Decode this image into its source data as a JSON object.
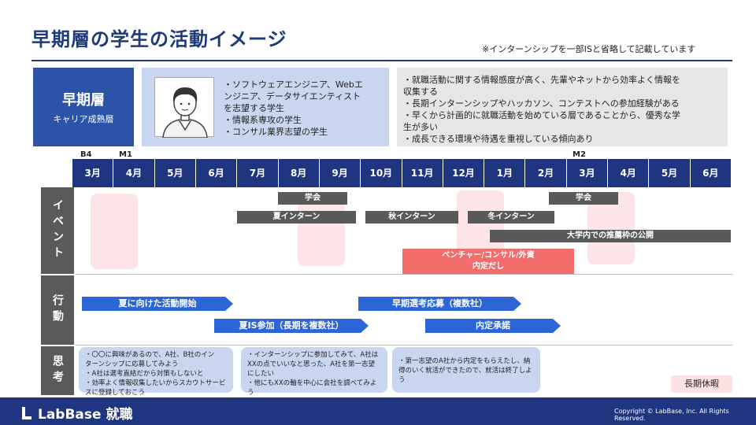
{
  "title": "早期層の学生の活動イメージ",
  "note": "※インターンシップを一部ISと省略して記載しています",
  "stage": {
    "name": "早期層",
    "sub": "キャリア成熟層"
  },
  "persona": [
    "・ソフトウェアエンジニア、Webエ",
    "ンジニア、データサイエンティスト",
    "を志望する学生",
    "・情報系専攻の学生",
    "・コンサル業界志望の学生"
  ],
  "traits": [
    "・就職活動に関する情報感度が高く、先輩やネットから効率よく情報を",
    "収集する",
    "・長期インターンシップやハッカソン、コンテストへの参加経験がある",
    "・早くから計画的に就職活動を始めている層であることから、優秀な学",
    "生が多い",
    "・成長できる環境や待遇を重視している傾向あり"
  ],
  "grades": {
    "b4": "B4",
    "m1": "M1",
    "m2": "M2"
  },
  "months": [
    "3月",
    "4月",
    "5月",
    "6月",
    "7月",
    "8月",
    "9月",
    "10月",
    "11月",
    "12月",
    "1月",
    "2月",
    "3月",
    "4月",
    "5月",
    "6月"
  ],
  "sections": {
    "event": "イベント",
    "action": "行動",
    "thought": "思考"
  },
  "events": {
    "gakkai1": "学会",
    "gakkai2": "学会",
    "summer": "夏インターン",
    "autumn": "秋インターン",
    "winter": "冬インターン",
    "recommend": "大学内での推薦枠の公開",
    "venture_1": "ベンチャー/コンサル/外資",
    "venture_2": "内定だし"
  },
  "actions": {
    "start": "夏に向けた活動開始",
    "summer_is": "夏IS参加（長期を複数社）",
    "early": "早期選考応募（複数社）",
    "accept": "内定承諾"
  },
  "thoughts": {
    "t1": [
      "・〇〇に興味があるので、A社、B社のイン",
      "ターンシップに応募してみよう",
      "・A社は選考直結だから対策もしないと",
      "・効率よく情報収集したいからスカウトサービ",
      "スに登録しておこう"
    ],
    "t2": [
      "・インターンシップに参加してみて、A社は",
      "XXの点でいいなと思った、A社を第一志望",
      "にしたい",
      "・他にもXXの軸を中心に会社を調べてみよ",
      "う"
    ],
    "t3": [
      "・第一志望のA社から内定をもらえたし、納",
      "得のいく就活ができたので、就活は終了しよ",
      "う"
    ]
  },
  "holiday": "長期休暇",
  "footer": {
    "brand": "LabBase 就職",
    "copyright": "Copyright © LabBase, Inc. All Rights Reserved."
  },
  "colors": {
    "navy": "#1f3580",
    "blue": "#2b65d6",
    "red": "#f46d6d",
    "gray": "#595959",
    "pink": "#fde2e4"
  }
}
